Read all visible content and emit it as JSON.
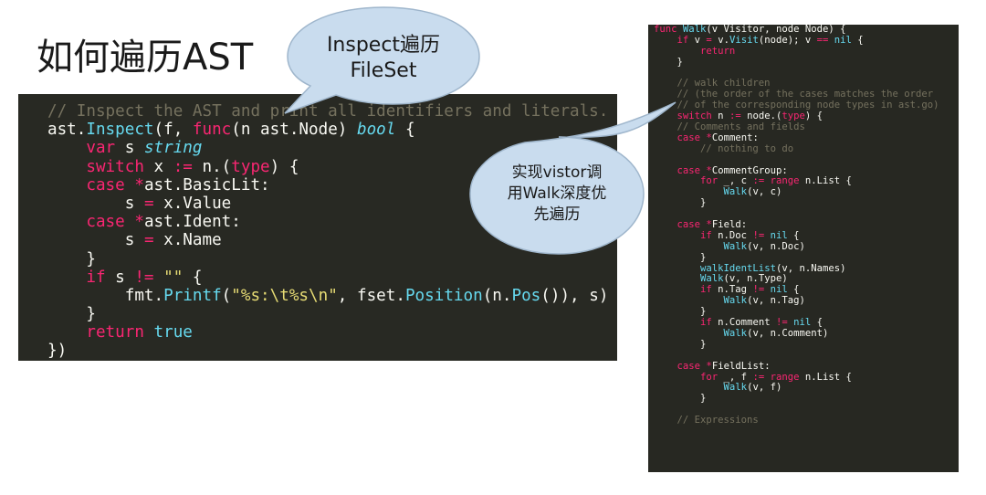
{
  "slide": {
    "title": "如何遍历AST"
  },
  "bubbles": {
    "inspect": {
      "line1": "Inspect遍历",
      "line2": "FileSet"
    },
    "walk": {
      "line1": "实现vistor调",
      "line2": "用Walk深度优",
      "line3": "先遍历"
    }
  },
  "colors": {
    "code_background": "#272822",
    "keyword": "#f92672",
    "function": "#66d9ef",
    "comment": "#75715e",
    "string": "#e6db74",
    "bubble_fill": "#c9dcee"
  },
  "left_code": [
    [
      [
        "cm",
        "// Inspect the AST and print all identifiers and literals."
      ]
    ],
    [
      [
        "pu",
        "ast."
      ],
      [
        "fn",
        "Inspect"
      ],
      [
        "pu",
        "(f, "
      ],
      [
        "kw",
        "func"
      ],
      [
        "pu",
        "(n ast.Node) "
      ],
      [
        "ty",
        "bool"
      ],
      [
        "pu",
        " {"
      ]
    ],
    [
      [
        "pu",
        "    "
      ],
      [
        "kw",
        "var"
      ],
      [
        "pu",
        " s "
      ],
      [
        "ty",
        "string"
      ]
    ],
    [
      [
        "pu",
        "    "
      ],
      [
        "kw",
        "switch"
      ],
      [
        "pu",
        " x "
      ],
      [
        "kw",
        ":="
      ],
      [
        "pu",
        " n.("
      ],
      [
        "kw",
        "type"
      ],
      [
        "pu",
        ") {"
      ]
    ],
    [
      [
        "pu",
        "    "
      ],
      [
        "kw",
        "case"
      ],
      [
        "pu",
        " "
      ],
      [
        "kw",
        "*"
      ],
      [
        "pu",
        "ast.BasicLit:"
      ]
    ],
    [
      [
        "pu",
        "        s "
      ],
      [
        "kw",
        "="
      ],
      [
        "pu",
        " x.Value"
      ]
    ],
    [
      [
        "pu",
        "    "
      ],
      [
        "kw",
        "case"
      ],
      [
        "pu",
        " "
      ],
      [
        "kw",
        "*"
      ],
      [
        "pu",
        "ast.Ident:"
      ]
    ],
    [
      [
        "pu",
        "        s "
      ],
      [
        "kw",
        "="
      ],
      [
        "pu",
        " x.Name"
      ]
    ],
    [
      [
        "pu",
        "    }"
      ]
    ],
    [
      [
        "pu",
        "    "
      ],
      [
        "kw",
        "if"
      ],
      [
        "pu",
        " s "
      ],
      [
        "kw",
        "!="
      ],
      [
        "pu",
        " "
      ],
      [
        "st",
        "\"\""
      ],
      [
        "pu",
        " {"
      ]
    ],
    [
      [
        "pu",
        "        fmt."
      ],
      [
        "fn",
        "Printf"
      ],
      [
        "pu",
        "("
      ],
      [
        "st",
        "\"%s:\\t%s\\n\""
      ],
      [
        "pu",
        ", fset."
      ],
      [
        "fn",
        "Position"
      ],
      [
        "pu",
        "(n."
      ],
      [
        "fn",
        "Pos"
      ],
      [
        "pu",
        "()), s)"
      ]
    ],
    [
      [
        "pu",
        "    }"
      ]
    ],
    [
      [
        "pu",
        "    "
      ],
      [
        "kw",
        "return"
      ],
      [
        "pu",
        " "
      ],
      [
        "fn",
        "true"
      ]
    ],
    [
      [
        "pu",
        "})"
      ]
    ]
  ],
  "right_code": [
    [
      [
        "kw",
        "func"
      ],
      [
        "pu",
        " "
      ],
      [
        "fn",
        "Walk"
      ],
      [
        "pu",
        "(v Visitor, node Node) {"
      ]
    ],
    [
      [
        "pu",
        "    "
      ],
      [
        "kw",
        "if"
      ],
      [
        "pu",
        " v "
      ],
      [
        "kw",
        "="
      ],
      [
        "pu",
        " v."
      ],
      [
        "fn",
        "Visit"
      ],
      [
        "pu",
        "(node); v "
      ],
      [
        "kw",
        "=="
      ],
      [
        "pu",
        " "
      ],
      [
        "fn",
        "nil"
      ],
      [
        "pu",
        " {"
      ]
    ],
    [
      [
        "pu",
        "        "
      ],
      [
        "kw",
        "return"
      ]
    ],
    [
      [
        "pu",
        "    }"
      ]
    ],
    [
      [
        "pu",
        ""
      ]
    ],
    [
      [
        "pu",
        "    "
      ],
      [
        "cm",
        "// walk children"
      ]
    ],
    [
      [
        "pu",
        "    "
      ],
      [
        "cm",
        "// (the order of the cases matches the order"
      ]
    ],
    [
      [
        "pu",
        "    "
      ],
      [
        "cm",
        "// of the corresponding node types in ast.go)"
      ]
    ],
    [
      [
        "pu",
        "    "
      ],
      [
        "kw",
        "switch"
      ],
      [
        "pu",
        " n "
      ],
      [
        "kw",
        ":="
      ],
      [
        "pu",
        " node.("
      ],
      [
        "kw",
        "type"
      ],
      [
        "pu",
        ") {"
      ]
    ],
    [
      [
        "pu",
        "    "
      ],
      [
        "cm",
        "// Comments and fields"
      ]
    ],
    [
      [
        "pu",
        "    "
      ],
      [
        "kw",
        "case"
      ],
      [
        "pu",
        " "
      ],
      [
        "kw",
        "*"
      ],
      [
        "pu",
        "Comment:"
      ]
    ],
    [
      [
        "pu",
        "        "
      ],
      [
        "cm",
        "// nothing to do"
      ]
    ],
    [
      [
        "pu",
        ""
      ]
    ],
    [
      [
        "pu",
        "    "
      ],
      [
        "kw",
        "case"
      ],
      [
        "pu",
        " "
      ],
      [
        "kw",
        "*"
      ],
      [
        "pu",
        "CommentGroup:"
      ]
    ],
    [
      [
        "pu",
        "        "
      ],
      [
        "kw",
        "for"
      ],
      [
        "pu",
        " _, c "
      ],
      [
        "kw",
        ":="
      ],
      [
        "pu",
        " "
      ],
      [
        "kw",
        "range"
      ],
      [
        "pu",
        " n.List {"
      ]
    ],
    [
      [
        "pu",
        "            "
      ],
      [
        "fn",
        "Walk"
      ],
      [
        "pu",
        "(v, c)"
      ]
    ],
    [
      [
        "pu",
        "        }"
      ]
    ],
    [
      [
        "pu",
        ""
      ]
    ],
    [
      [
        "pu",
        "    "
      ],
      [
        "kw",
        "case"
      ],
      [
        "pu",
        " "
      ],
      [
        "kw",
        "*"
      ],
      [
        "pu",
        "Field:"
      ]
    ],
    [
      [
        "pu",
        "        "
      ],
      [
        "kw",
        "if"
      ],
      [
        "pu",
        " n.Doc "
      ],
      [
        "kw",
        "!="
      ],
      [
        "pu",
        " "
      ],
      [
        "fn",
        "nil"
      ],
      [
        "pu",
        " {"
      ]
    ],
    [
      [
        "pu",
        "            "
      ],
      [
        "fn",
        "Walk"
      ],
      [
        "pu",
        "(v, n.Doc)"
      ]
    ],
    [
      [
        "pu",
        "        }"
      ]
    ],
    [
      [
        "pu",
        "        "
      ],
      [
        "fn",
        "walkIdentList"
      ],
      [
        "pu",
        "(v, n.Names)"
      ]
    ],
    [
      [
        "pu",
        "        "
      ],
      [
        "fn",
        "Walk"
      ],
      [
        "pu",
        "(v, n.Type)"
      ]
    ],
    [
      [
        "pu",
        "        "
      ],
      [
        "kw",
        "if"
      ],
      [
        "pu",
        " n.Tag "
      ],
      [
        "kw",
        "!="
      ],
      [
        "pu",
        " "
      ],
      [
        "fn",
        "nil"
      ],
      [
        "pu",
        " {"
      ]
    ],
    [
      [
        "pu",
        "            "
      ],
      [
        "fn",
        "Walk"
      ],
      [
        "pu",
        "(v, n.Tag)"
      ]
    ],
    [
      [
        "pu",
        "        }"
      ]
    ],
    [
      [
        "pu",
        "        "
      ],
      [
        "kw",
        "if"
      ],
      [
        "pu",
        " n.Comment "
      ],
      [
        "kw",
        "!="
      ],
      [
        "pu",
        " "
      ],
      [
        "fn",
        "nil"
      ],
      [
        "pu",
        " {"
      ]
    ],
    [
      [
        "pu",
        "            "
      ],
      [
        "fn",
        "Walk"
      ],
      [
        "pu",
        "(v, n.Comment)"
      ]
    ],
    [
      [
        "pu",
        "        }"
      ]
    ],
    [
      [
        "pu",
        ""
      ]
    ],
    [
      [
        "pu",
        "    "
      ],
      [
        "kw",
        "case"
      ],
      [
        "pu",
        " "
      ],
      [
        "kw",
        "*"
      ],
      [
        "pu",
        "FieldList:"
      ]
    ],
    [
      [
        "pu",
        "        "
      ],
      [
        "kw",
        "for"
      ],
      [
        "pu",
        " _, f "
      ],
      [
        "kw",
        ":="
      ],
      [
        "pu",
        " "
      ],
      [
        "kw",
        "range"
      ],
      [
        "pu",
        " n.List {"
      ]
    ],
    [
      [
        "pu",
        "            "
      ],
      [
        "fn",
        "Walk"
      ],
      [
        "pu",
        "(v, f)"
      ]
    ],
    [
      [
        "pu",
        "        }"
      ]
    ],
    [
      [
        "pu",
        ""
      ]
    ],
    [
      [
        "pu",
        "    "
      ],
      [
        "cm",
        "// Expressions"
      ]
    ]
  ]
}
